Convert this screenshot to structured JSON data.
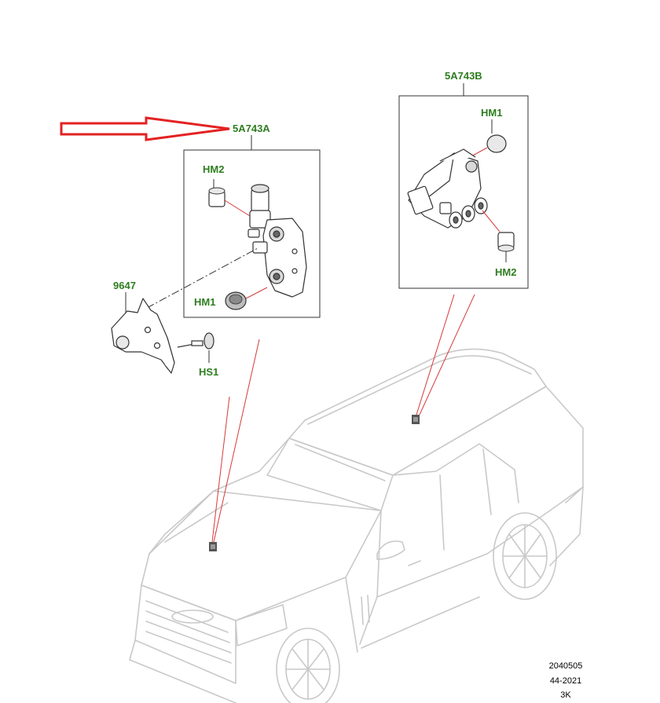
{
  "colors": {
    "callout": "#2e7d1f",
    "leader_red": "#d63a3a",
    "arrow_red": "#e32222",
    "line": "#333333",
    "car_line": "#c9c9c9"
  },
  "parts": {
    "front_valve_block": {
      "code": "5A743A",
      "hm2": "HM2",
      "hm1": "HM1"
    },
    "rear_valve_block": {
      "code": "5A743B",
      "hm1": "HM1",
      "hm2": "HM2"
    },
    "bracket": {
      "code": "9647"
    },
    "screw": {
      "code": "HS1"
    }
  },
  "reference": {
    "number": "2040505",
    "date": "44-2021",
    "suffix": "3K"
  },
  "icons": {
    "arrow": "red-outline-arrow-icon",
    "vehicle": "suv-outline-icon",
    "valve_block": "valve-block-icon",
    "bracket": "mounting-bracket-icon",
    "screw": "screw-icon",
    "grommet": "rubber-mount-icon"
  }
}
